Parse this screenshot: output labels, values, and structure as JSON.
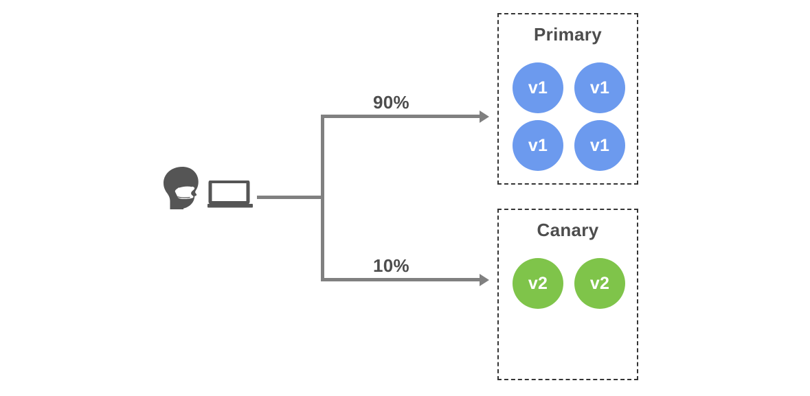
{
  "diagram": {
    "title_primary": "Primary",
    "title_canary": "Canary",
    "traffic_split": {
      "primary_label": "90%",
      "canary_label": "10%"
    },
    "client": {
      "person_icon": "person-with-face-mask-icon",
      "device_icon": "laptop-icon"
    },
    "groups": [
      {
        "name": "Primary",
        "color": "#6c9aee",
        "traffic": "90%",
        "pods": [
          "v1",
          "v1",
          "v1",
          "v1"
        ]
      },
      {
        "name": "Canary",
        "color": "#7fc44a",
        "traffic": "10%",
        "pods": [
          "v2",
          "v2"
        ]
      }
    ],
    "colors": {
      "v1_blue": "#6c9aee",
      "v2_green": "#7fc44a",
      "line_gray": "#808080",
      "text_gray": "#4d4d4d",
      "box_border": "#333333",
      "icon_gray": "#555555",
      "background": "#ffffff"
    }
  }
}
